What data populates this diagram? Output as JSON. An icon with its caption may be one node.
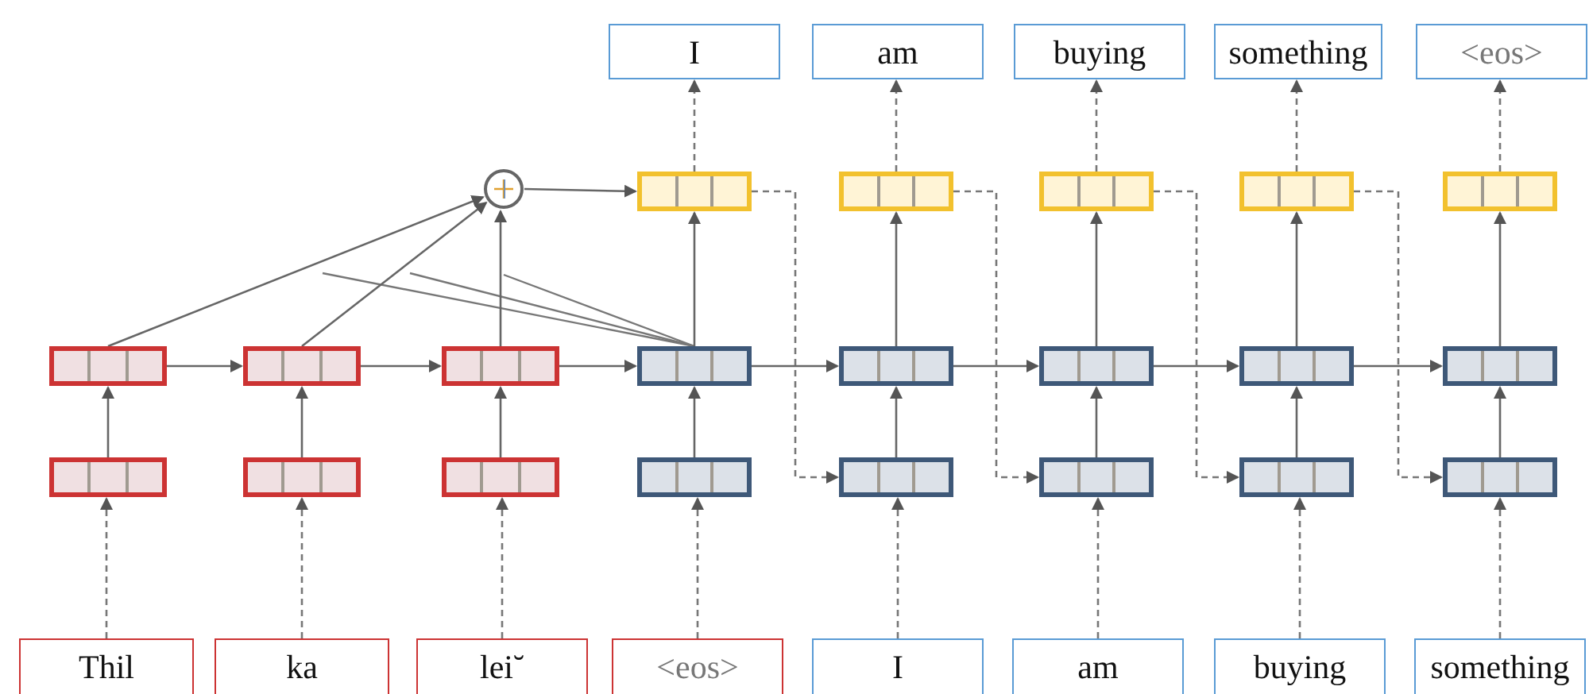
{
  "diagram": {
    "nodes": [
      {
        "text": [
          "I"
        ]
      },
      {
        "text": [
          "am"
        ]
      },
      {
        "text": [
          "buying"
        ]
      },
      {
        "text": [
          "something"
        ]
      },
      {
        "text": [
          "<eos>"
        ]
      },
      {
        "text": [],
        "shape": "circle"
      },
      {
        "text": [],
        "shape": "box"
      },
      {
        "text": [],
        "shape": "box"
      },
      {
        "text": [],
        "shape": "box"
      },
      {
        "text": [],
        "shape": "box"
      },
      {
        "text": [],
        "shape": "box"
      },
      {
        "text": [],
        "shape": "box"
      },
      {
        "text": [],
        "shape": "box"
      },
      {
        "text": [],
        "shape": "box"
      },
      {
        "text": [],
        "shape": "box"
      },
      {
        "text": [],
        "shape": "box"
      },
      {
        "text": [],
        "shape": "box"
      },
      {
        "text": [],
        "shape": "box"
      },
      {
        "text": [],
        "shape": "box"
      },
      {
        "text": [],
        "shape": "box"
      },
      {
        "text": [],
        "shape": "box"
      },
      {
        "text": [],
        "shape": "box"
      },
      {
        "text": [],
        "shape": "box"
      },
      {
        "text": [],
        "shape": "box"
      },
      {
        "text": [],
        "shape": "box"
      },
      {
        "text": [],
        "shape": "box"
      },
      {
        "text": [],
        "shape": "box"
      },
      {
        "text": [
          "Thil"
        ]
      },
      {
        "text": [
          "ka"
        ]
      },
      {
        "text": [
          "lei˘"
        ]
      },
      {
        "text": [
          "<eos>"
        ]
      },
      {
        "text": [
          "I"
        ]
      },
      {
        "text": [
          "am"
        ]
      },
      {
        "text": [
          "buying"
        ]
      },
      {
        "text": [
          "something"
        ]
      }
    ],
    "edges": [
      {
        "from": 27,
        "to": 19,
        "arrow": "to",
        "style": "dashed"
      },
      {
        "from": 28,
        "to": 20,
        "arrow": "to",
        "style": "dashed"
      },
      {
        "from": 29,
        "to": 21,
        "arrow": "to",
        "style": "dashed"
      },
      {
        "from": 30,
        "to": 22,
        "arrow": "to",
        "style": "dashed"
      },
      {
        "from": 31,
        "to": 23,
        "arrow": "to",
        "style": "dashed"
      },
      {
        "from": 32,
        "to": 24,
        "arrow": "to",
        "style": "dashed"
      },
      {
        "from": 33,
        "to": 25,
        "arrow": "to",
        "style": "dashed"
      },
      {
        "from": 34,
        "to": 26,
        "arrow": "to",
        "style": "dashed"
      },
      {
        "from": 19,
        "to": 11,
        "arrow": "to"
      },
      {
        "from": 20,
        "to": 12,
        "arrow": "to"
      },
      {
        "from": 21,
        "to": 13,
        "arrow": "to"
      },
      {
        "from": 22,
        "to": 14,
        "arrow": "to"
      },
      {
        "from": 23,
        "to": 15,
        "arrow": "to"
      },
      {
        "from": 24,
        "to": 16,
        "arrow": "to"
      },
      {
        "from": 25,
        "to": 17,
        "arrow": "to"
      },
      {
        "from": 26,
        "to": 18,
        "arrow": "to"
      },
      {
        "from": 11,
        "to": 12,
        "arrow": "to"
      },
      {
        "from": 12,
        "to": 13,
        "arrow": "to"
      },
      {
        "from": 13,
        "to": 14,
        "arrow": "to"
      },
      {
        "from": 14,
        "to": 15,
        "arrow": "to"
      },
      {
        "from": 15,
        "to": 16,
        "arrow": "to"
      },
      {
        "from": 16,
        "to": 17,
        "arrow": "to"
      },
      {
        "from": 17,
        "to": 18,
        "arrow": "to"
      },
      {
        "from": 11,
        "to": 5,
        "arrow": "to"
      },
      {
        "from": 12,
        "to": 5,
        "arrow": "to"
      },
      {
        "from": 13,
        "to": 5,
        "arrow": "to"
      },
      {
        "from": 5,
        "to": 6,
        "arrow": "to"
      },
      {
        "from": 14,
        "to": 6,
        "arrow": "to"
      },
      {
        "from": 15,
        "to": 7,
        "arrow": "to"
      },
      {
        "from": 16,
        "to": 8,
        "arrow": "to"
      },
      {
        "from": 17,
        "to": 9,
        "arrow": "to"
      },
      {
        "from": 18,
        "to": 10,
        "arrow": "to"
      },
      {
        "from": 6,
        "to": 0,
        "arrow": "to",
        "style": "dashed"
      },
      {
        "from": 7,
        "to": 1,
        "arrow": "to",
        "style": "dashed"
      },
      {
        "from": 8,
        "to": 2,
        "arrow": "to",
        "style": "dashed"
      },
      {
        "from": 9,
        "to": 3,
        "arrow": "to",
        "style": "dashed"
      },
      {
        "from": 10,
        "to": 4,
        "arrow": "to",
        "style": "dashed"
      },
      {
        "from": 6,
        "to": 23,
        "arrow": "to",
        "style": "dashed"
      },
      {
        "from": 7,
        "to": 24,
        "arrow": "to",
        "style": "dashed"
      },
      {
        "from": 8,
        "to": 25,
        "arrow": "to",
        "style": "dashed"
      },
      {
        "from": 9,
        "to": 26,
        "arrow": "to",
        "style": "dashed"
      }
    ]
  }
}
